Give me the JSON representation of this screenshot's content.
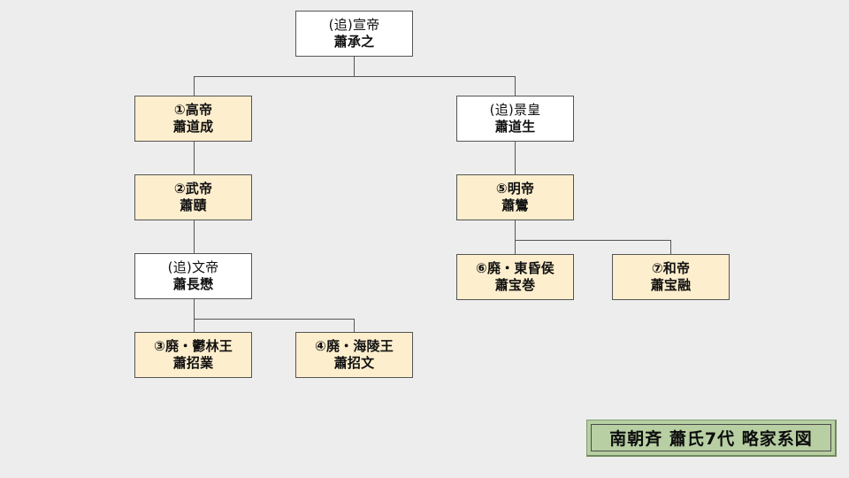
{
  "diagram": {
    "title": "南朝斉 蕭氏7代 略家系図",
    "background_color": "#ededed",
    "box_border_color": "#555555",
    "cream_fill": "#fdeecd",
    "white_fill": "#ffffff",
    "caption_fill": "#b7cfa2",
    "nodes": [
      {
        "id": "xuandi",
        "line1": "(追)宣帝",
        "line2": "蕭承之",
        "fill": "white"
      },
      {
        "id": "gaodi",
        "line1": "①高帝",
        "line2": "蕭道成",
        "fill": "cream"
      },
      {
        "id": "jinghuang",
        "line1": "(追)景皇",
        "line2": "蕭道生",
        "fill": "white"
      },
      {
        "id": "wudi",
        "line1": "②武帝",
        "line2": "蕭賾",
        "fill": "cream"
      },
      {
        "id": "mingdi",
        "line1": "⑤明帝",
        "line2": "蕭鸞",
        "fill": "cream"
      },
      {
        "id": "wendi",
        "line1": "(追)文帝",
        "line2": "蕭長懋",
        "fill": "white"
      },
      {
        "id": "donghunhou",
        "line1": "⑥廃・東昏侯",
        "line2": "蕭宝巻",
        "fill": "cream"
      },
      {
        "id": "hedi",
        "line1": "⑦和帝",
        "line2": "蕭宝融",
        "fill": "cream"
      },
      {
        "id": "yulinwang",
        "line1": "③廃・鬱林王",
        "line2": "蕭招業",
        "fill": "cream"
      },
      {
        "id": "hailingwang",
        "line1": "④廃・海陵王",
        "line2": "蕭招文",
        "fill": "cream"
      }
    ]
  }
}
